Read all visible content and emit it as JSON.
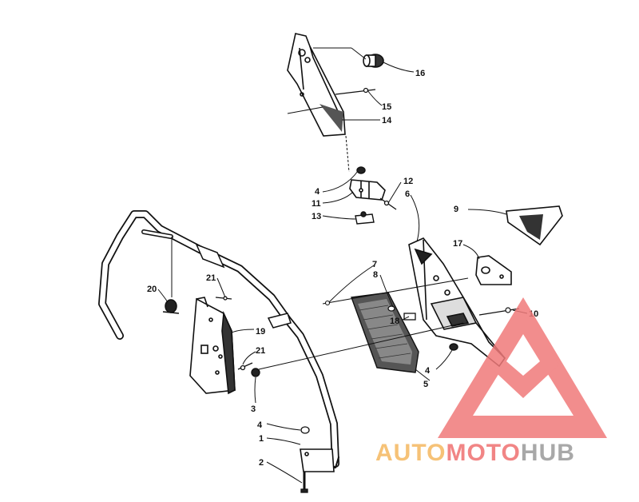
{
  "diagram": {
    "callouts": [
      {
        "id": "c16",
        "label": "16"
      },
      {
        "id": "c15",
        "label": "15"
      },
      {
        "id": "c14",
        "label": "14"
      },
      {
        "id": "c4a",
        "label": "4"
      },
      {
        "id": "c11",
        "label": "11"
      },
      {
        "id": "c12",
        "label": "12"
      },
      {
        "id": "c6",
        "label": "6"
      },
      {
        "id": "c13",
        "label": "13"
      },
      {
        "id": "c9",
        "label": "9"
      },
      {
        "id": "c17",
        "label": "17"
      },
      {
        "id": "c7",
        "label": "7"
      },
      {
        "id": "c8",
        "label": "8"
      },
      {
        "id": "c21a",
        "label": "21"
      },
      {
        "id": "c20",
        "label": "20"
      },
      {
        "id": "c18",
        "label": "18"
      },
      {
        "id": "c10",
        "label": "10"
      },
      {
        "id": "c19",
        "label": "19"
      },
      {
        "id": "c21b",
        "label": "21"
      },
      {
        "id": "c4b",
        "label": "4"
      },
      {
        "id": "c5",
        "label": "5"
      },
      {
        "id": "c3",
        "label": "3"
      },
      {
        "id": "c4c",
        "label": "4"
      },
      {
        "id": "c1",
        "label": "1"
      },
      {
        "id": "c2",
        "label": "2"
      }
    ]
  },
  "watermark": {
    "part1": "AUTO",
    "part2": "MOTO",
    "part3": "HUB",
    "color_auto": "#f5b860",
    "color_moto": "#ef7070",
    "color_hub": "#9a9a9a",
    "triangle_color": "#f07a7a"
  }
}
